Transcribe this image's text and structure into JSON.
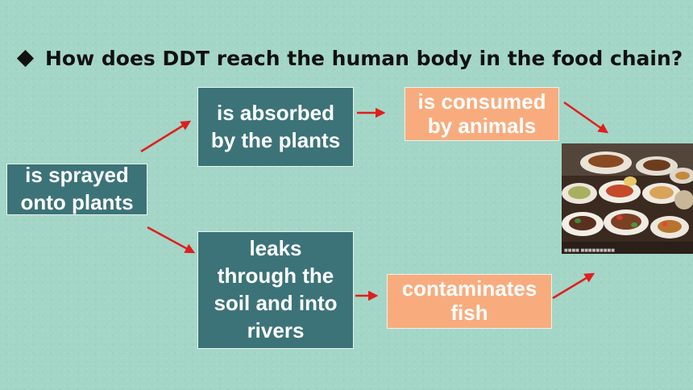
{
  "question": {
    "text": "How does DDT reach the human body in the food chain?"
  },
  "flow": {
    "start": "is sprayed\nonto plants",
    "upper": {
      "step1": "is absorbed\nby the plants",
      "step2": "is consumed\nby animals"
    },
    "lower": {
      "step1": "leaks\nthrough the\nsoil and into\nrivers",
      "step2": "contaminates\nfish"
    }
  },
  "colors": {
    "background": "#a3d6c6",
    "teal_box": "#3c7378",
    "peach_box": "#f8ac7e",
    "arrow": "#e01e1e"
  },
  "image": {
    "subject": "plates of food dishes"
  }
}
